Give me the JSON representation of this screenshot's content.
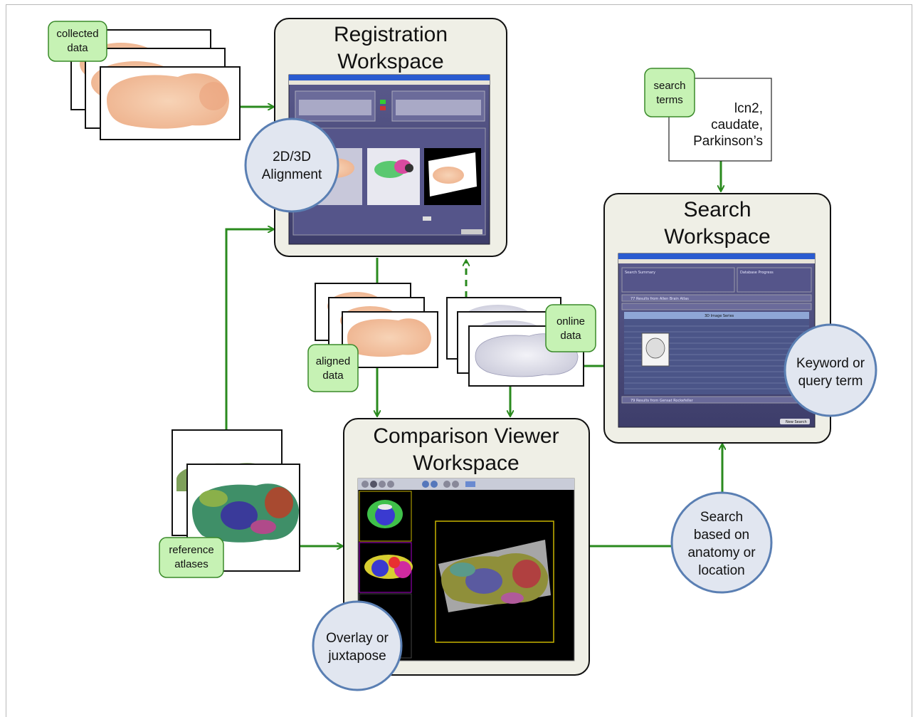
{
  "workspaces": {
    "registration": {
      "title_line1": "Registration",
      "title_line2": "Workspace"
    },
    "search": {
      "title_line1": "Search",
      "title_line2": "Workspace"
    },
    "comparison": {
      "title_line1": "Comparison Viewer",
      "title_line2": "Workspace"
    }
  },
  "tags": {
    "collected": {
      "line1": "collected",
      "line2": "data"
    },
    "search_terms": {
      "line1": "search",
      "line2": "terms"
    },
    "aligned": {
      "line1": "aligned",
      "line2": "data"
    },
    "online": {
      "line1": "online",
      "line2": "data"
    },
    "reference": {
      "line1": "reference",
      "line2": "atlases"
    }
  },
  "search_terms_box": {
    "line1": "lcn2,",
    "line2": "caudate,",
    "line3": "Parkinson’s"
  },
  "circles": {
    "alignment": {
      "line1": "2D/3D",
      "line2": "Alignment"
    },
    "keyword": {
      "line1": "Keyword or",
      "line2": "query term"
    },
    "anatomy": {
      "line1": "Search",
      "line2": "based on",
      "line3": "anatomy or",
      "line4": "location"
    },
    "overlay": {
      "line1": "Overlay or",
      "line2": "juxtapose"
    }
  },
  "search_ui": {
    "summary_label": "Search Summary",
    "progress_label": "Database Progress",
    "row1": "77 Results from Allen Brain Atlas",
    "row3": "79 Results from Gensat Rockefeller",
    "series_header": "3D Image Series",
    "new_search": "New Search"
  },
  "colors": {
    "arrow": "#2a8a1e",
    "tag_fill": "#c6f2b4",
    "tag_stroke": "#3a8a2a",
    "panel_fill": "#efefe6",
    "circle_fill": "#e1e6f0",
    "circle_stroke": "#5a7fb3",
    "ui_bg": "#4b4b7a"
  }
}
